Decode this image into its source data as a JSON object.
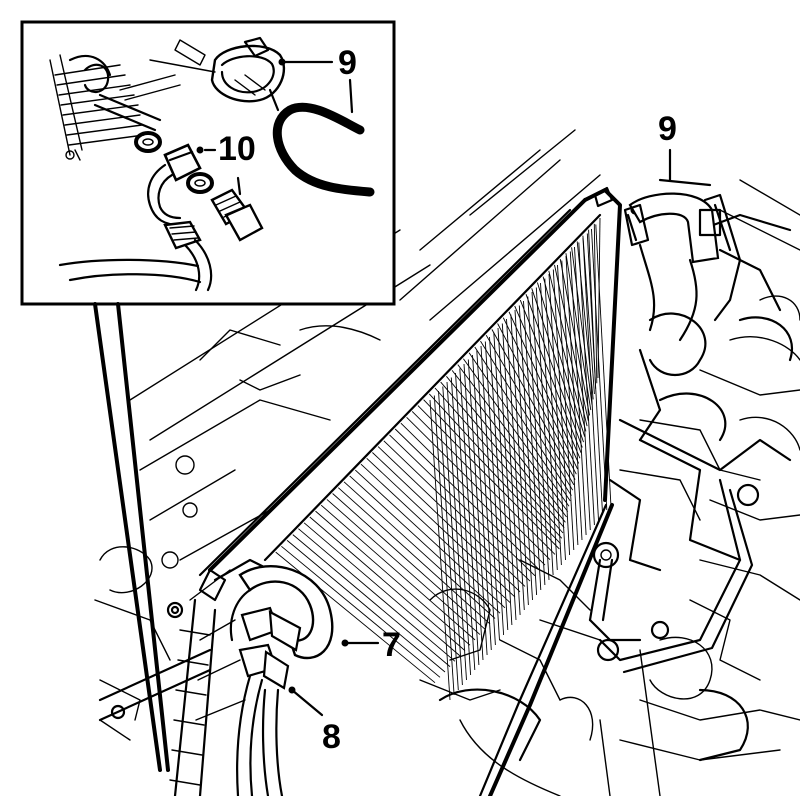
{
  "callouts": [
    {
      "id": "9",
      "label": "9"
    },
    {
      "id": "10",
      "label": "10"
    },
    {
      "id": "9-main",
      "label": "9"
    },
    {
      "id": "7",
      "label": "7"
    },
    {
      "id": "8",
      "label": "8"
    }
  ]
}
